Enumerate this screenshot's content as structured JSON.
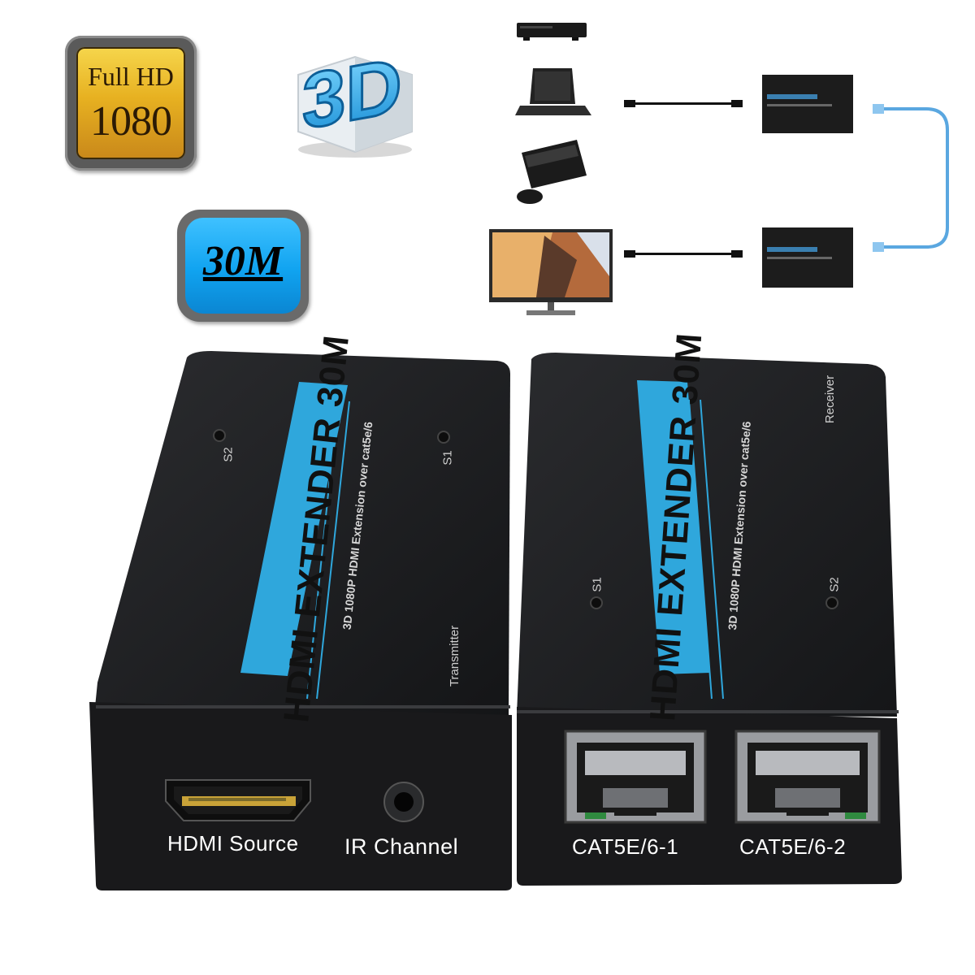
{
  "badges": {
    "full_hd_line1": "Full HD",
    "full_hd_line2": "1080",
    "three_d": "3D",
    "length": "30M"
  },
  "transmitter": {
    "stripe_title": "HDMI EXTENDER 30M",
    "subtitle": "3D 1080P HDMI Extension over cat5e/6",
    "side_label": "Transmitter",
    "screw_left": "S2",
    "screw_right": "S1",
    "port_hdmi": "HDMI Source",
    "port_ir": "IR Channel"
  },
  "receiver": {
    "stripe_title": "HDMI EXTENDER 30M",
    "subtitle": "3D 1080P HDMI Extension over cat5e/6",
    "side_label": "Receiver",
    "screw_left": "S1",
    "screw_right": "S2",
    "port_1": "CAT5E/6-1",
    "port_2": "CAT5E/6-2"
  },
  "colors": {
    "stripe": "#2fa7dc",
    "housing": "#1b1c1e",
    "cable": "#5aa7e0",
    "badge_blue": "#10a3f0",
    "badge_gold": "#e7b121"
  },
  "icons": [
    "dvd-player-icon",
    "laptop-icon",
    "game-console-icon",
    "tv-icon",
    "hdmi-cable-icon",
    "extender-box-icon",
    "ethernet-cable-icon"
  ]
}
